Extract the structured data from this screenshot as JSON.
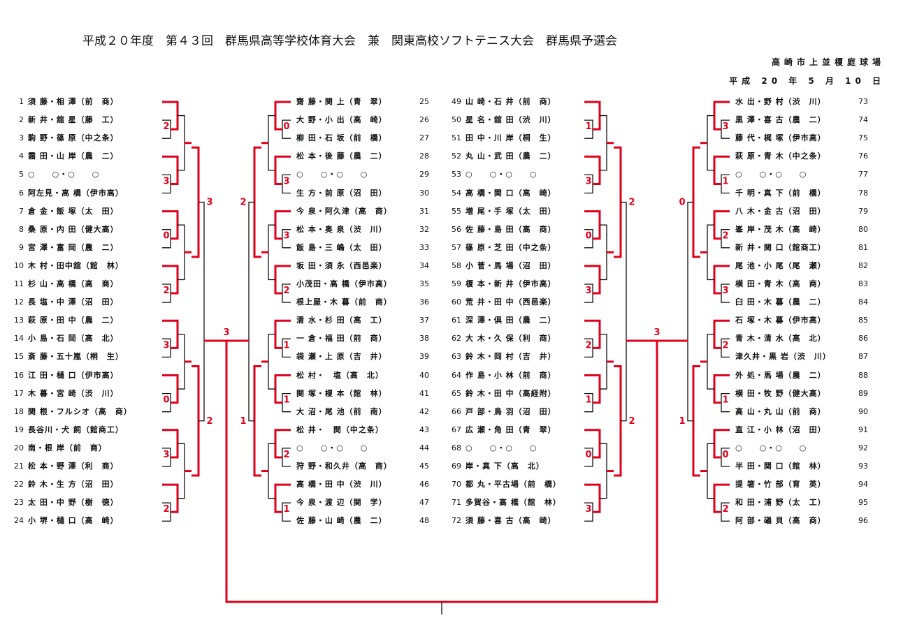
{
  "header": {
    "title": "平成２０年度　第４３回　群馬県高等学校体育大会　兼　関東高校ソフトテニス大会　群馬県予選会",
    "venue": "高崎市上並榎庭球場",
    "date": "平成 20 年 5 月 10 日"
  },
  "colors": {
    "ink": "#111111",
    "marker": "#e0001b"
  },
  "blocks": [
    {
      "side": "left",
      "entries": [
        {
          "no": "1",
          "pair": "須 藤・相 澤（前　商）"
        },
        {
          "no": "2",
          "pair": "新 井・舘 星（藤　工）"
        },
        {
          "no": "3",
          "pair": "駒 野・篠 原（中之条）"
        },
        {
          "no": "4",
          "pair": "霜 田・山 岸（農　二）"
        },
        {
          "no": "5",
          "pair": "○　　○・○　　○"
        },
        {
          "no": "6",
          "pair": "阿左見・高 橋（伊市高）"
        },
        {
          "no": "7",
          "pair": "倉 金・飯 塚（太　田）"
        },
        {
          "no": "8",
          "pair": "桑 原・内 田（健大高）"
        },
        {
          "no": "9",
          "pair": "宮 澤・富 岡（農　二）"
        },
        {
          "no": "10",
          "pair": "木 村・田中舘（館　林）"
        },
        {
          "no": "11",
          "pair": "杉 山・高 橋（高　商）"
        },
        {
          "no": "12",
          "pair": "長 塩・中 澤（沼　田）"
        },
        {
          "no": "13",
          "pair": "萩 原・田 中（農　二）"
        },
        {
          "no": "14",
          "pair": "小 島・石 岡（高　北）"
        },
        {
          "no": "15",
          "pair": "斎 藤・五十嵐（桐　生）"
        },
        {
          "no": "16",
          "pair": "江 田・樋 口（伊市高）"
        },
        {
          "no": "17",
          "pair": "木 暮・宮 崎（渋　川）"
        },
        {
          "no": "18",
          "pair": "関 根・フルシオ（高　商）"
        },
        {
          "no": "19",
          "pair": "長谷川・犬 飼（館商工）"
        },
        {
          "no": "20",
          "pair": "南・根 岸（前　商）"
        },
        {
          "no": "21",
          "pair": "松 本・野 澤（利　商）"
        },
        {
          "no": "22",
          "pair": "鈴 木・生 方（沼　田）"
        },
        {
          "no": "23",
          "pair": "太 田・中 野（樹　徳）"
        },
        {
          "no": "24",
          "pair": "小 堺・樋 口（高　崎）"
        }
      ]
    },
    {
      "side": "right",
      "entries": [
        {
          "no": "25",
          "pair": "齋 藤・関 上（青　翠）"
        },
        {
          "no": "26",
          "pair": "大 野・小 出（高　崎）"
        },
        {
          "no": "27",
          "pair": "柳 田・石 坂（前　橋）"
        },
        {
          "no": "28",
          "pair": "松 本・後 藤（農　二）"
        },
        {
          "no": "29",
          "pair": "○　　○・○　　○"
        },
        {
          "no": "30",
          "pair": "生 方・前 原（沼　田）"
        },
        {
          "no": "31",
          "pair": "今 泉・阿久津（高　商）"
        },
        {
          "no": "32",
          "pair": "松 本・奥 泉（渋　川）"
        },
        {
          "no": "33",
          "pair": "飯 島・三 嶋（太　田）"
        },
        {
          "no": "34",
          "pair": "坂 田・須 永（西邑楽）"
        },
        {
          "no": "35",
          "pair": "小茂田・高 橋（伊市高）"
        },
        {
          "no": "36",
          "pair": "根上屋・木 暮（前　商）"
        },
        {
          "no": "37",
          "pair": "清 水・杉 田（高　工）"
        },
        {
          "no": "38",
          "pair": "一 倉・福 田（前　商）"
        },
        {
          "no": "39",
          "pair": "袋 瀬・上 原（吉　井）"
        },
        {
          "no": "40",
          "pair": "松 村・　塩（高　北）"
        },
        {
          "no": "41",
          "pair": "関 塚・榎 本（館　林）"
        },
        {
          "no": "42",
          "pair": "大 沼・尾 池（前　南）"
        },
        {
          "no": "43",
          "pair": "松 井・　関（中之条）"
        },
        {
          "no": "44",
          "pair": "○　　○・○　　○"
        },
        {
          "no": "45",
          "pair": "狩 野・和久井（高　商）"
        },
        {
          "no": "46",
          "pair": "高 橋・田 中（渋　川）"
        },
        {
          "no": "47",
          "pair": "今 泉・渡 辺（関　学）"
        },
        {
          "no": "48",
          "pair": "佐 藤・山 崎（農　二）"
        }
      ]
    },
    {
      "side": "left",
      "entries": [
        {
          "no": "49",
          "pair": "山 崎・石 井（前　商）"
        },
        {
          "no": "50",
          "pair": "星 名・舘 田（渋　川）"
        },
        {
          "no": "51",
          "pair": "田 中・川 岸（桐　生）"
        },
        {
          "no": "52",
          "pair": "丸 山・武 田（農　二）"
        },
        {
          "no": "53",
          "pair": "○　　○・○　　○"
        },
        {
          "no": "54",
          "pair": "高 橋・関 口（高　崎）"
        },
        {
          "no": "55",
          "pair": "増 尾・手 塚（太　田）"
        },
        {
          "no": "56",
          "pair": "佐 藤・島 田（高　商）"
        },
        {
          "no": "57",
          "pair": "篠 原・芝 田（中之条）"
        },
        {
          "no": "58",
          "pair": "小 菅・馬 場（沼　田）"
        },
        {
          "no": "59",
          "pair": "榎 本・新 井（伊市高）"
        },
        {
          "no": "60",
          "pair": "荒 井・田 中（西邑楽）"
        },
        {
          "no": "61",
          "pair": "深 澤・倶 田（農　二）"
        },
        {
          "no": "62",
          "pair": "大 木・久 保（利　商）"
        },
        {
          "no": "63",
          "pair": "鈴 木・岡 村（吉　井）"
        },
        {
          "no": "64",
          "pair": "作 島・小 林（前　商）"
        },
        {
          "no": "65",
          "pair": "鈴 木・田 中（高経附）"
        },
        {
          "no": "66",
          "pair": "戸 部・鳥 羽（沼　田）"
        },
        {
          "no": "67",
          "pair": "広 瀬・角 田（青　翠）"
        },
        {
          "no": "68",
          "pair": "○　　○・○　　○"
        },
        {
          "no": "69",
          "pair": "岸・真 下（高　北）"
        },
        {
          "no": "70",
          "pair": "都 丸・平古場（前　橋）"
        },
        {
          "no": "71",
          "pair": "多賀谷・高 橋（館　林）"
        },
        {
          "no": "72",
          "pair": "須 藤・喜 古（高　崎）"
        }
      ]
    },
    {
      "side": "right",
      "entries": [
        {
          "no": "73",
          "pair": "水 出・野 村（渋　川）"
        },
        {
          "no": "74",
          "pair": "黒 澤・喜 古（農　二）"
        },
        {
          "no": "75",
          "pair": "藤 代・梶 塚（伊市高）"
        },
        {
          "no": "76",
          "pair": "萩 原・青 木（中之条）"
        },
        {
          "no": "77",
          "pair": "○　　○・○　　○"
        },
        {
          "no": "78",
          "pair": "千 明・真 下（前　橋）"
        },
        {
          "no": "79",
          "pair": "八 木・金 古（沼　田）"
        },
        {
          "no": "80",
          "pair": "峯 岸・茂 木（高　崎）"
        },
        {
          "no": "81",
          "pair": "新 井・関 口（館商工）"
        },
        {
          "no": "82",
          "pair": "尾 池・小 尾（尾　瀬）"
        },
        {
          "no": "83",
          "pair": "横 田・青 木（高　商）"
        },
        {
          "no": "84",
          "pair": "臼 田・木 暮（農　二）"
        },
        {
          "no": "85",
          "pair": "石 塚・木 暮（伊市高）"
        },
        {
          "no": "86",
          "pair": "青 木・清 水（高　北）"
        },
        {
          "no": "87",
          "pair": "津久井・黒 岩（渋　川）"
        },
        {
          "no": "88",
          "pair": "外 処・馬 場（農　二）"
        },
        {
          "no": "89",
          "pair": "横 田・牧 野（健大高）"
        },
        {
          "no": "90",
          "pair": "高 山・丸 山（前　商）"
        },
        {
          "no": "91",
          "pair": "直 江・小 林（沼　田）"
        },
        {
          "no": "92",
          "pair": "○　　○・○　　○"
        },
        {
          "no": "93",
          "pair": "半 田・関 口（館　林）"
        },
        {
          "no": "94",
          "pair": "提 箸・竹 部（育　英）"
        },
        {
          "no": "95",
          "pair": "和 田・浦 野（太　工）"
        },
        {
          "no": "96",
          "pair": "阿 部・礒 貝（高　商）"
        }
      ]
    }
  ],
  "scores": [
    "2",
    "3",
    "0",
    "2",
    "3",
    "0",
    "3",
    "2",
    "0",
    "3",
    "3",
    "2",
    "1",
    "1",
    "2",
    "1",
    "1",
    "3",
    "0",
    "3",
    "2",
    "1",
    "0",
    "3",
    "3",
    "1",
    "2",
    "3",
    "2",
    "1",
    "0",
    "2",
    "3",
    "2",
    "2",
    "1",
    "2",
    "2",
    "0",
    "1",
    "3",
    "3"
  ]
}
